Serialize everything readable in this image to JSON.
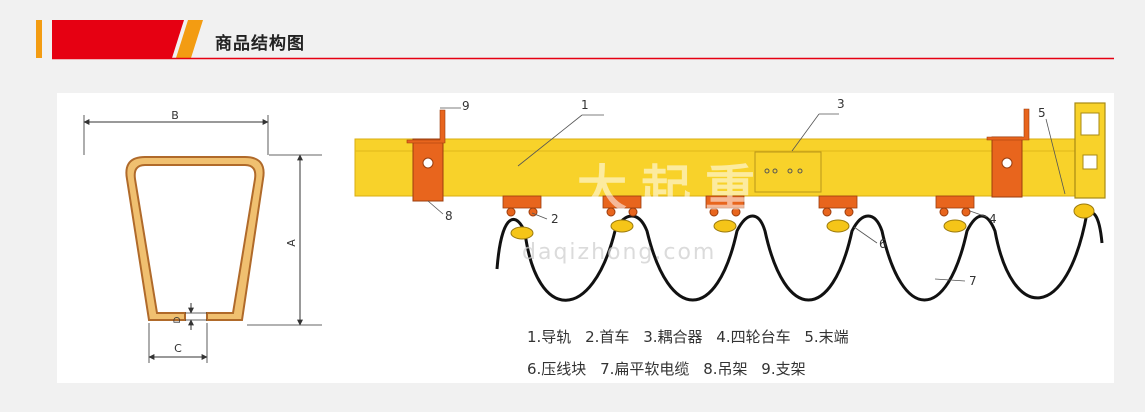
{
  "header": {
    "title": "商品结构图",
    "accent_orange": "#f39c12",
    "accent_red": "#e60012"
  },
  "profile": {
    "label_b": "B",
    "label_a": "A",
    "label_c": "C",
    "label_d": "D"
  },
  "assembly": {
    "callouts": [
      "1",
      "2",
      "3",
      "4",
      "5",
      "6",
      "7",
      "8",
      "9"
    ],
    "watermark_text": "大起重",
    "watermark_url": "daqizhong.com",
    "track_color": "#f8d22a",
    "bracket_color": "#e8651d"
  },
  "legend": {
    "row1": [
      "1.导轨",
      "2.首车",
      "3.耦合器",
      "4.四轮台车",
      "5.末端"
    ],
    "row2": [
      "6.压线块",
      "7.扁平软电缆",
      "8.吊架",
      "9.支架"
    ]
  }
}
